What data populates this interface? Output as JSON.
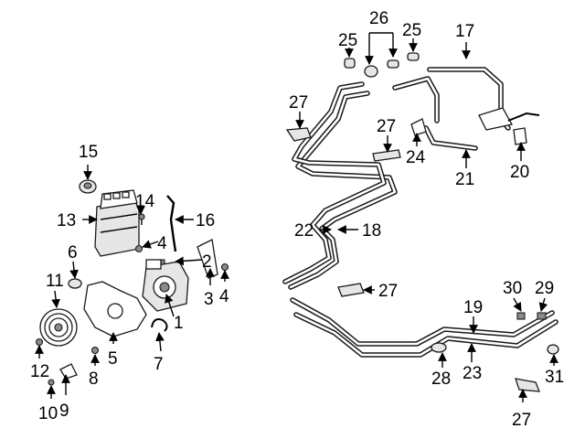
{
  "callouts": {
    "c1": "1",
    "c2": "2",
    "c3": "3",
    "c4a": "4",
    "c4b": "4",
    "c5": "5",
    "c6": "6",
    "c7": "7",
    "c8": "8",
    "c9": "9",
    "c10": "10",
    "c11": "11",
    "c12": "12",
    "c13": "13",
    "c14": "14",
    "c15": "15",
    "c16": "16",
    "c17": "17",
    "c18": "18",
    "c19": "19",
    "c20": "20",
    "c21": "21",
    "c22": "22",
    "c23": "23",
    "c24": "24",
    "c25a": "25",
    "c25b": "25",
    "c26": "26",
    "c27a": "27",
    "c27b": "27",
    "c27c": "27",
    "c27d": "27",
    "c28": "28",
    "c29": "29",
    "c30": "30",
    "c31": "31"
  }
}
